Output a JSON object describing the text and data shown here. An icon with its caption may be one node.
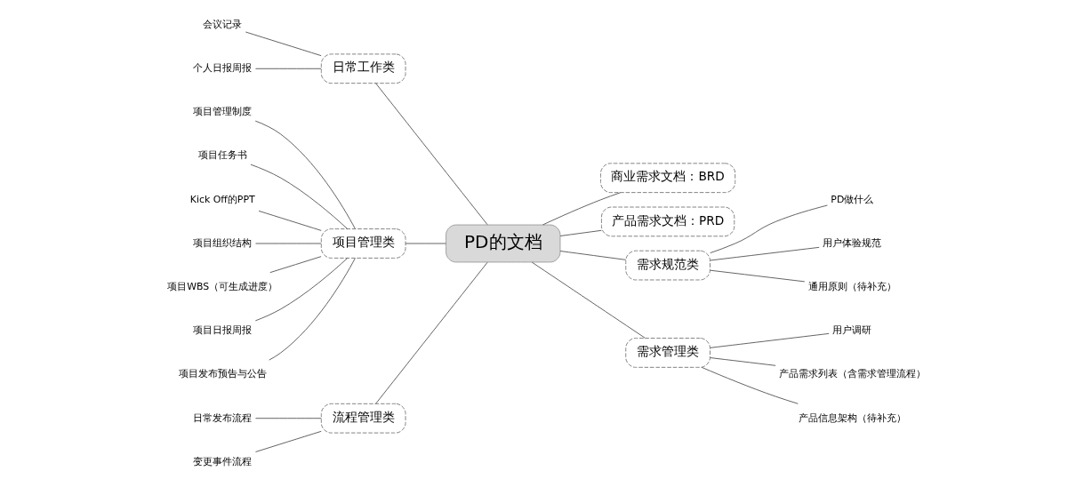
{
  "diagram": {
    "nodes": [
      {
        "text": [
          "PD的文档"
        ]
      },
      {
        "text": [
          "日常工作类"
        ]
      },
      {
        "text": [
          "会议记录"
        ]
      },
      {
        "text": [
          "个人日报周报"
        ]
      },
      {
        "text": [
          "项目管理类"
        ]
      },
      {
        "text": [
          "项目管理制度"
        ]
      },
      {
        "text": [
          "项目任务书"
        ]
      },
      {
        "text": [
          "Kick Off的PPT"
        ]
      },
      {
        "text": [
          "项目组织结构"
        ]
      },
      {
        "text": [
          "项目WBS（可生成进度）"
        ]
      },
      {
        "text": [
          "项目日报周报"
        ]
      },
      {
        "text": [
          "项目发布预告与公告"
        ]
      },
      {
        "text": [
          "流程管理类"
        ]
      },
      {
        "text": [
          "日常发布流程"
        ]
      },
      {
        "text": [
          "变更事件流程"
        ]
      },
      {
        "text": [
          "商业需求文档：BRD"
        ]
      },
      {
        "text": [
          "产品需求文档：PRD"
        ]
      },
      {
        "text": [
          "需求规范类"
        ]
      },
      {
        "text": [
          "PD做什么"
        ]
      },
      {
        "text": [
          "用户体验规范"
        ]
      },
      {
        "text": [
          "通用原则（待补充）"
        ]
      },
      {
        "text": [
          "需求管理类"
        ]
      },
      {
        "text": [
          "用户调研"
        ]
      },
      {
        "text": [
          "产品需求列表（含需求管理流程）"
        ]
      },
      {
        "text": [
          "产品信息架构（待补充）"
        ]
      }
    ],
    "edges": [
      {
        "from": 0,
        "to": 1,
        "arrow": "none"
      },
      {
        "from": 1,
        "to": 2,
        "arrow": "none"
      },
      {
        "from": 1,
        "to": 3,
        "arrow": "none"
      },
      {
        "from": 0,
        "to": 4,
        "arrow": "none"
      },
      {
        "from": 4,
        "to": 5,
        "arrow": "none"
      },
      {
        "from": 4,
        "to": 6,
        "arrow": "none"
      },
      {
        "from": 4,
        "to": 7,
        "arrow": "none"
      },
      {
        "from": 4,
        "to": 8,
        "arrow": "none"
      },
      {
        "from": 4,
        "to": 9,
        "arrow": "none"
      },
      {
        "from": 4,
        "to": 10,
        "arrow": "none"
      },
      {
        "from": 4,
        "to": 11,
        "arrow": "none"
      },
      {
        "from": 0,
        "to": 12,
        "arrow": "none"
      },
      {
        "from": 12,
        "to": 13,
        "arrow": "none"
      },
      {
        "from": 12,
        "to": 14,
        "arrow": "none"
      },
      {
        "from": 0,
        "to": 15,
        "arrow": "none"
      },
      {
        "from": 0,
        "to": 16,
        "arrow": "none"
      },
      {
        "from": 0,
        "to": 17,
        "arrow": "none"
      },
      {
        "from": 17,
        "to": 18,
        "arrow": "none"
      },
      {
        "from": 17,
        "to": 19,
        "arrow": "none"
      },
      {
        "from": 17,
        "to": 20,
        "arrow": "none"
      },
      {
        "from": 0,
        "to": 21,
        "arrow": "none"
      },
      {
        "from": 21,
        "to": 22,
        "arrow": "none"
      },
      {
        "from": 21,
        "to": 23,
        "arrow": "none"
      },
      {
        "from": 21,
        "to": 24,
        "arrow": "none"
      }
    ]
  }
}
